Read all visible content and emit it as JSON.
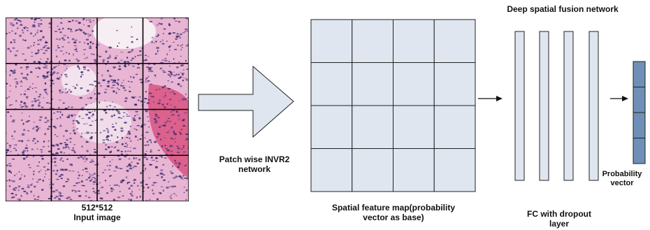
{
  "input_image": {
    "size_label": "512*512",
    "caption": "Input image",
    "grid_cols": 4,
    "grid_rows": 4
  },
  "patch_arrow": {
    "label_line1": "Patch wise INVR2",
    "label_line2": "network"
  },
  "feature_map": {
    "grid_cols": 4,
    "grid_rows": 4,
    "caption_line1": "Spatial feature map(probability",
    "caption_line2": "vector as base)",
    "fill_color": "#dfe6f0"
  },
  "fusion_network": {
    "title": "Deep spatial fusion network",
    "layer_count": 4,
    "caption_line1": "FC with dropout",
    "caption_line2": "layer",
    "layer_fill": "#dfe6f0"
  },
  "probability_vector": {
    "label_line1": "Probability",
    "label_line2": "vector",
    "segments": 4,
    "fill_color": "#6f8fb6"
  },
  "colors": {
    "stain_pink": "#e4a6cc",
    "nuclei": "#3b2a6e",
    "arrow_fill": "#dfe6f0"
  }
}
